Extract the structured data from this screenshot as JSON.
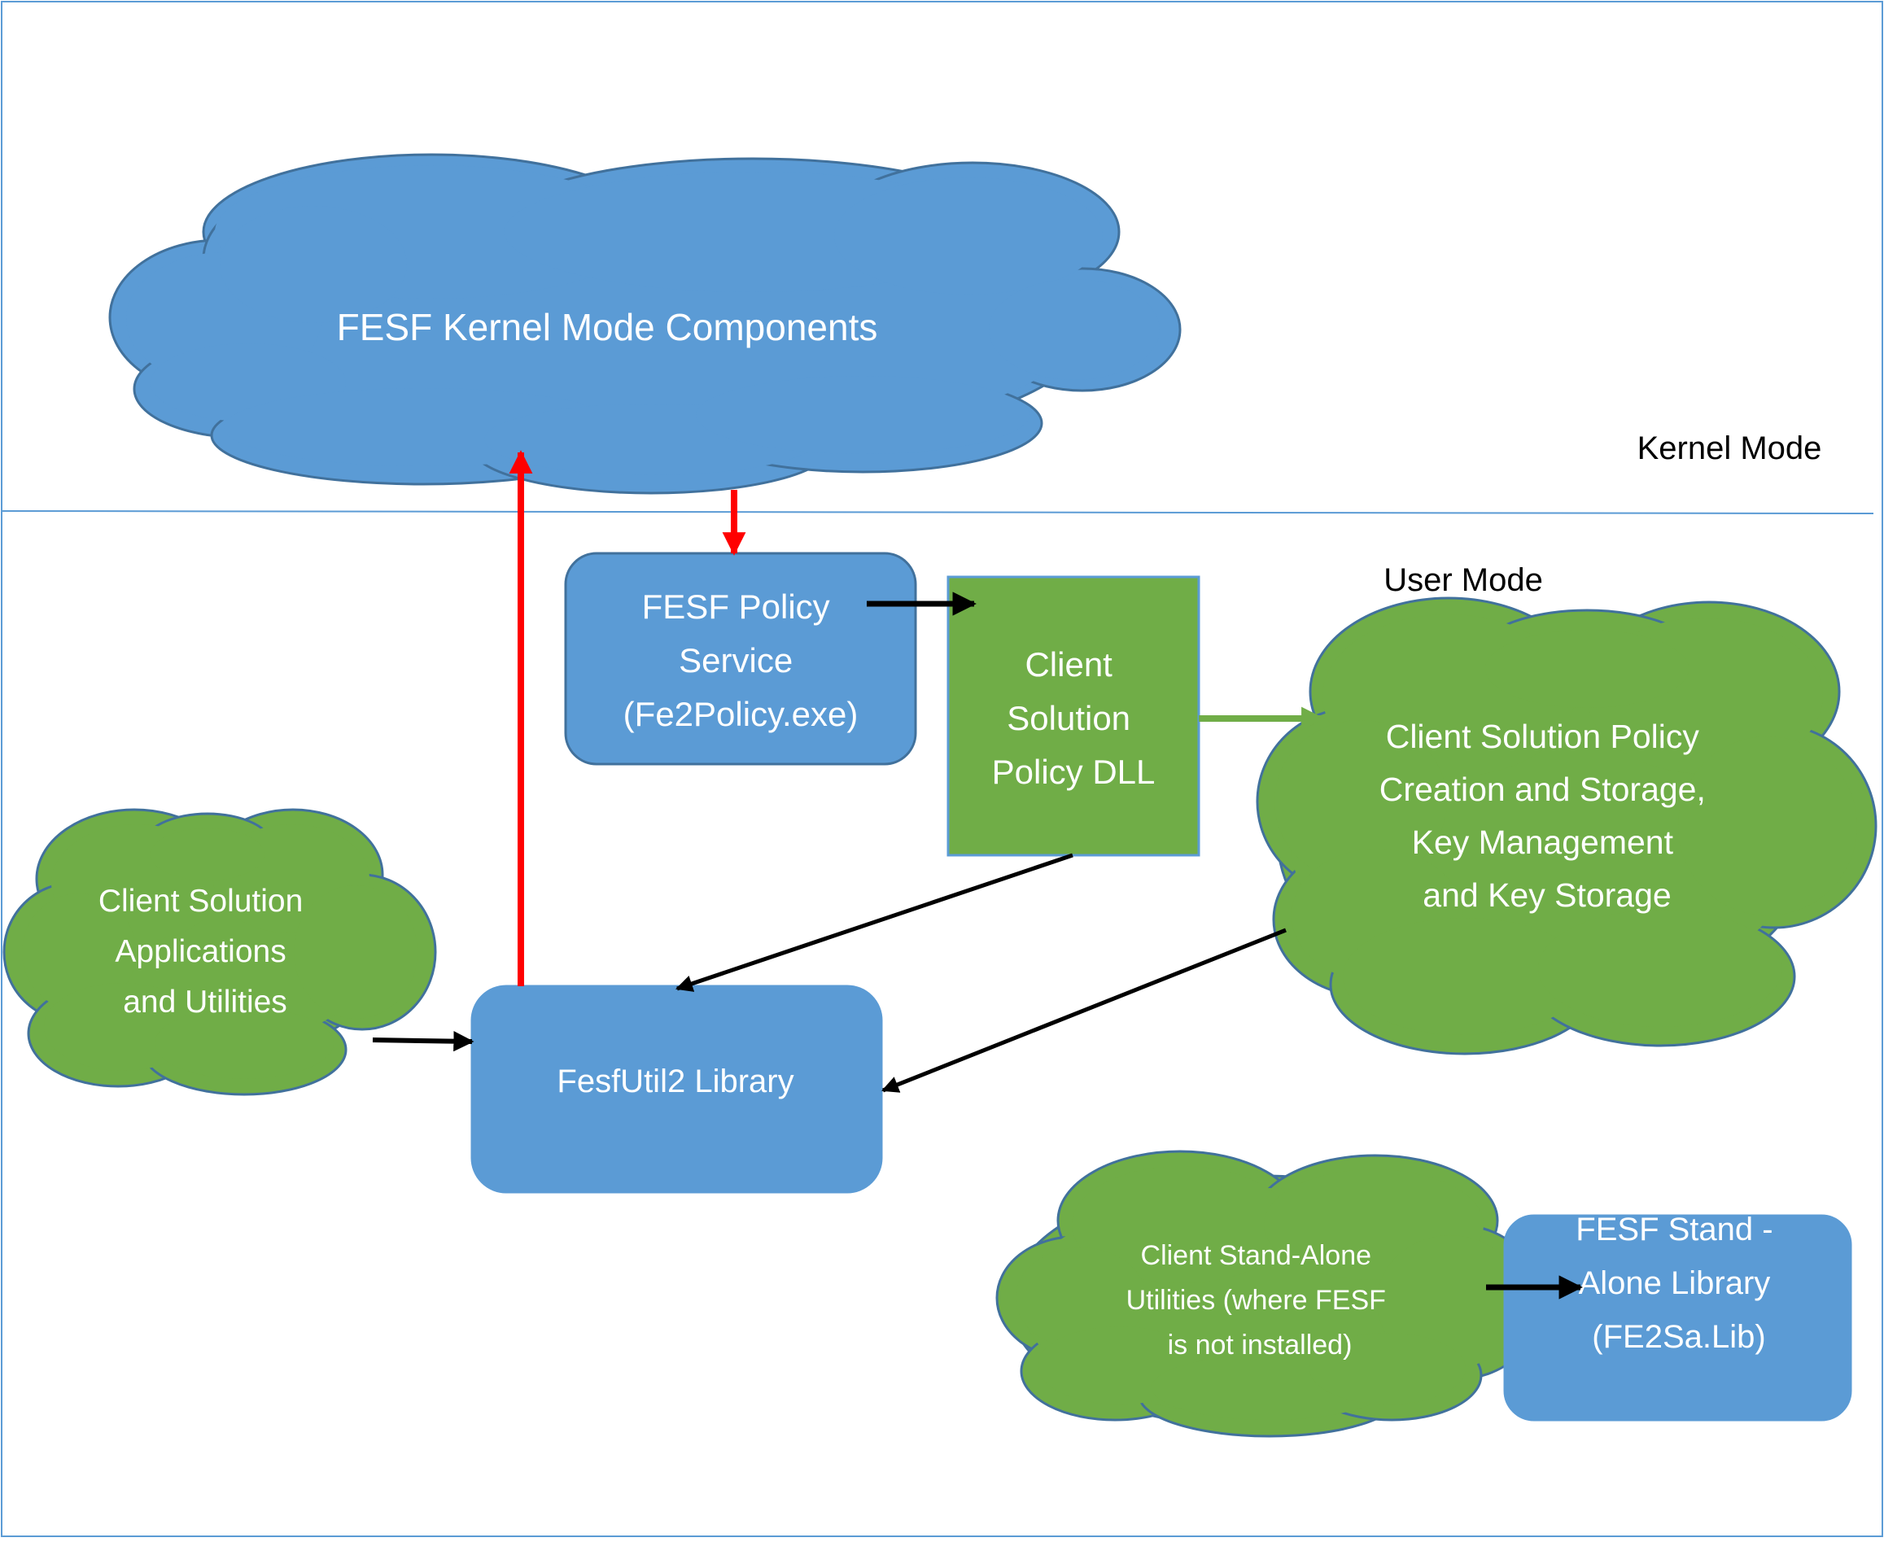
{
  "regions": {
    "kernel_label": "Kernel Mode",
    "user_label": "User Mode"
  },
  "nodes": {
    "kernel_components": {
      "label": [
        "FESF Kernel Mode Components"
      ]
    },
    "policy_service": {
      "label": [
        "FESF Policy",
        "Service",
        "(Fe2Policy.exe)"
      ]
    },
    "policy_dll": {
      "label": [
        "Client",
        "Solution",
        "Policy DLL"
      ]
    },
    "policy_creation": {
      "label": [
        "Client Solution Policy",
        "Creation and Storage,",
        "Key Management",
        "and Key Storage"
      ]
    },
    "applications": {
      "label": [
        "Client Solution",
        "Applications",
        "and Utilities"
      ]
    },
    "fesfutil2": {
      "label": [
        "FesfUtil2 Library"
      ]
    },
    "standalone_utils": {
      "label": [
        "Client Stand-Alone",
        "Utilities (where FESF",
        "is not installed)"
      ]
    },
    "standalone_lib": {
      "label": [
        "FESF Stand -",
        "Alone Library",
        "(FE2Sa.Lib)"
      ]
    }
  },
  "colors": {
    "blue_fill": "#5b9bd5",
    "blue_stroke": "#41719c",
    "green_fill": "#70ad47",
    "green_stroke": "#507e32",
    "red_arrow": "#ff0000",
    "green_arrow": "#70ad47",
    "black_arrow": "#000000",
    "divider": "#5b9bd5"
  }
}
